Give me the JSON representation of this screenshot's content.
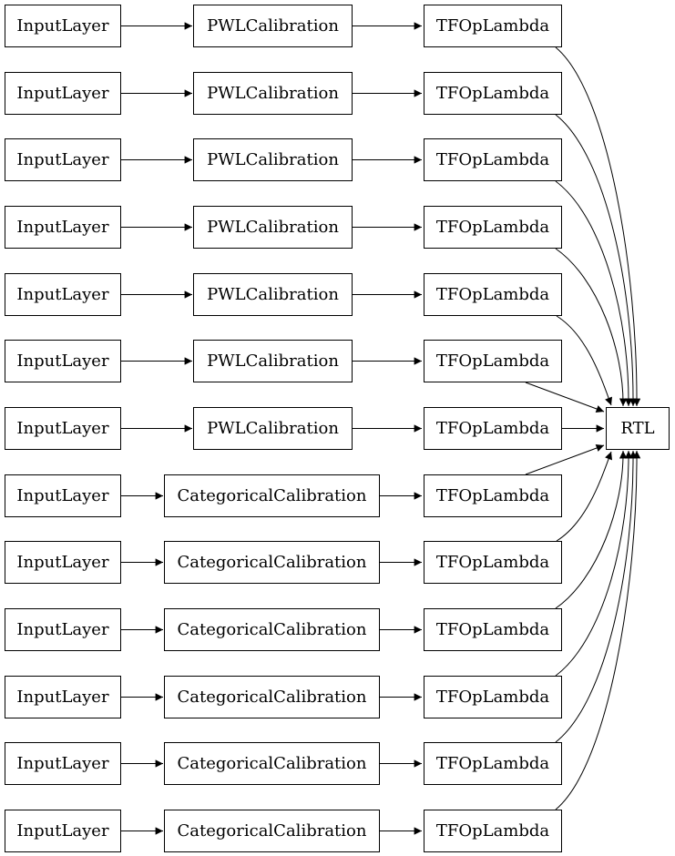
{
  "diagram": {
    "output": {
      "label": "RTL"
    },
    "rows": [
      {
        "input": "InputLayer",
        "calibration": "PWLCalibration",
        "op": "TFOpLambda"
      },
      {
        "input": "InputLayer",
        "calibration": "PWLCalibration",
        "op": "TFOpLambda"
      },
      {
        "input": "InputLayer",
        "calibration": "PWLCalibration",
        "op": "TFOpLambda"
      },
      {
        "input": "InputLayer",
        "calibration": "PWLCalibration",
        "op": "TFOpLambda"
      },
      {
        "input": "InputLayer",
        "calibration": "PWLCalibration",
        "op": "TFOpLambda"
      },
      {
        "input": "InputLayer",
        "calibration": "PWLCalibration",
        "op": "TFOpLambda"
      },
      {
        "input": "InputLayer",
        "calibration": "PWLCalibration",
        "op": "TFOpLambda"
      },
      {
        "input": "InputLayer",
        "calibration": "CategoricalCalibration",
        "op": "TFOpLambda"
      },
      {
        "input": "InputLayer",
        "calibration": "CategoricalCalibration",
        "op": "TFOpLambda"
      },
      {
        "input": "InputLayer",
        "calibration": "CategoricalCalibration",
        "op": "TFOpLambda"
      },
      {
        "input": "InputLayer",
        "calibration": "CategoricalCalibration",
        "op": "TFOpLambda"
      },
      {
        "input": "InputLayer",
        "calibration": "CategoricalCalibration",
        "op": "TFOpLambda"
      },
      {
        "input": "InputLayer",
        "calibration": "CategoricalCalibration",
        "op": "TFOpLambda"
      }
    ]
  }
}
